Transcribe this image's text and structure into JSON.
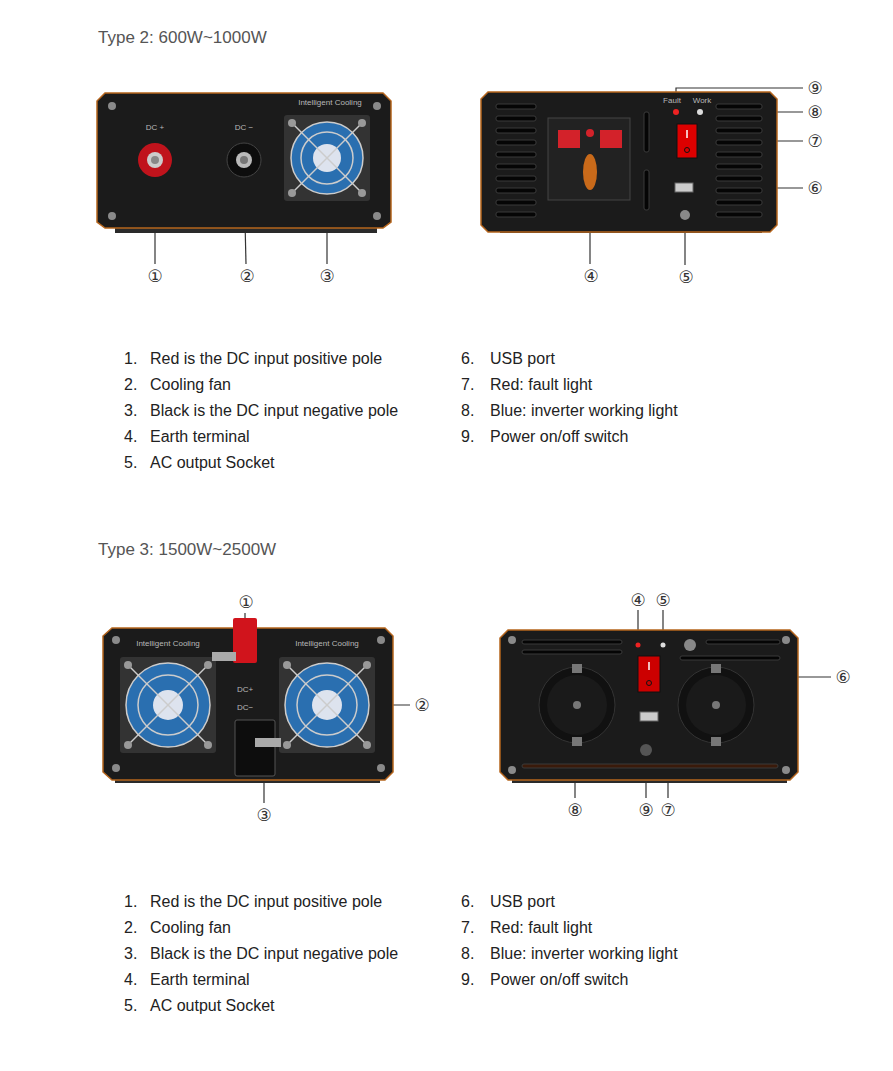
{
  "diagram": {
    "labels": [
      "Type 2: 600W~1000W",
      "DC +",
      "DC −",
      "Intelligent Cooling",
      "Fault",
      "Work",
      "①",
      "②",
      "③",
      "④",
      "⑤",
      "⑥",
      "⑦",
      "⑧",
      "⑨",
      "1.",
      "Red is the DC input positive pole",
      "2.",
      "Cooling fan",
      "3.",
      "Black is the DC input negative pole",
      "4.",
      "Earth terminal",
      "5.",
      "AC output Socket",
      "6.",
      "USB port",
      "7.",
      "Red: fault light",
      "8.",
      "Blue: inverter working light",
      "9.",
      "Power on/off switch",
      "Type 3: 1500W~2500W",
      "Intelligent Cooling",
      "Intelligent Cooling",
      "DC+",
      "DC−",
      "①",
      "②",
      "③",
      "④",
      "⑤",
      "⑥",
      "⑦",
      "⑧",
      "⑨",
      "1.",
      "Red is the DC input positive pole",
      "2.",
      "Cooling fan",
      "3.",
      "Black is the DC input negative pole",
      "4.",
      "Earth terminal",
      "5.",
      "AC output Socket",
      "6.",
      "USB port",
      "7.",
      "Red: fault light",
      "8.",
      "Blue: inverter working light",
      "9.",
      "Power on/off switch"
    ]
  }
}
